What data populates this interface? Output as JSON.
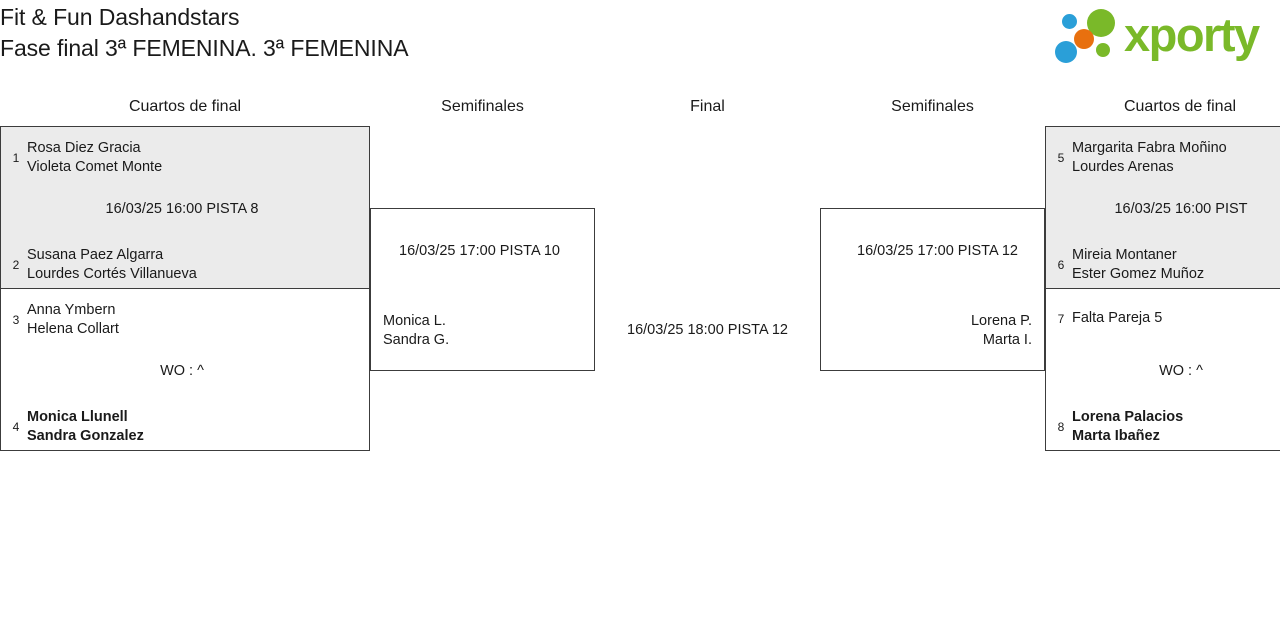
{
  "header": {
    "title_line1": "Fit & Fun Dashandstars",
    "title_line2": "Fase final 3ª FEMENINA. 3ª FEMENINA",
    "logo_text": "xporty",
    "logo_colors": {
      "green": "#7ab929",
      "blue": "#2a9fd8",
      "orange": "#e8700f"
    }
  },
  "rounds": [
    {
      "label": "Cuartos de final"
    },
    {
      "label": "Semifinales"
    },
    {
      "label": "Final"
    },
    {
      "label": "Semifinales"
    },
    {
      "label": "Cuartos de final"
    }
  ],
  "bracket": {
    "left_quarterfinals": [
      {
        "info": "16/03/25 16:00 PISTA 8",
        "shaded": true,
        "teams": [
          {
            "seed": "1",
            "line1": "Rosa Diez Gracia",
            "line2": "Violeta Comet Monte",
            "winner": false
          },
          {
            "seed": "2",
            "line1": "Susana Paez Algarra",
            "line2": "Lourdes Cortés Villanueva",
            "winner": false
          }
        ]
      },
      {
        "info": "WO : ^",
        "shaded": false,
        "teams": [
          {
            "seed": "3",
            "line1": "Anna Ymbern",
            "line2": "Helena Collart",
            "winner": false
          },
          {
            "seed": "4",
            "line1": "Monica Llunell",
            "line2": "Sandra Gonzalez",
            "winner": true
          }
        ]
      }
    ],
    "left_semifinal": {
      "info": "16/03/25 17:00 PISTA 10",
      "team": {
        "line1": "Monica L.",
        "line2": "Sandra G."
      }
    },
    "final": {
      "info": "16/03/25 18:00 PISTA 12"
    },
    "right_semifinal": {
      "info": "16/03/25 17:00 PISTA 12",
      "team": {
        "line1": "Lorena P.",
        "line2": "Marta I."
      }
    },
    "right_quarterfinals": [
      {
        "info": "16/03/25 16:00 PIST",
        "shaded": true,
        "teams": [
          {
            "seed": "5",
            "line1": "Margarita Fabra Moñino",
            "line2": "Lourdes Arenas",
            "winner": false
          },
          {
            "seed": "6",
            "line1": "Mireia Montaner",
            "line2": "Ester Gomez Muñoz",
            "winner": false
          }
        ]
      },
      {
        "info": "WO : ^",
        "shaded": false,
        "teams": [
          {
            "seed": "7",
            "line1": "Falta Pareja 5",
            "line2": "",
            "winner": false
          },
          {
            "seed": "8",
            "line1": "Lorena Palacios",
            "line2": "Marta Ibañez",
            "winner": true
          }
        ]
      }
    ]
  }
}
